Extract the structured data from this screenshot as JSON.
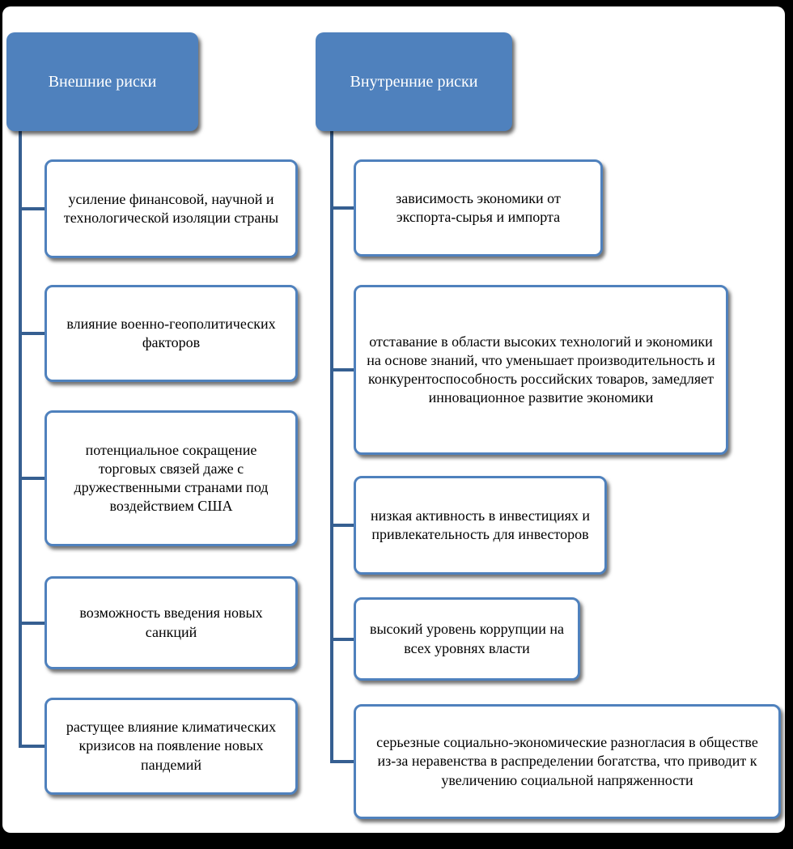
{
  "columns": [
    {
      "header": "Внешние риски",
      "items": [
        {
          "text": "усиление финансовой, научной и технологической изоляции страны"
        },
        {
          "text": "влияние военно-геополитических факторов"
        },
        {
          "text": "потенциальное сокращение торговых связей даже с дружественными странами под воздействием США"
        },
        {
          "text": "возможность введения новых санкций"
        },
        {
          "text": "растущее влияние климатических кризисов на появление новых пандемий"
        }
      ]
    },
    {
      "header": "Внутренние риски",
      "items": [
        {
          "text": "зависимость экономики от экспорта-сырья и импорта"
        },
        {
          "text": "отставание в области высоких технологий и экономики на основе знаний, что уменьшает производительность и конкурентоспособность российских товаров, замедляет инновационное развитие экономики"
        },
        {
          "text": "низкая активность в инвестициях и привлекательность для инвесторов"
        },
        {
          "text": "высокий уровень коррупции на всех уровнях власти"
        },
        {
          "text": "серьезные социально-экономические разногласия в обществе из-за неравенства в распределении богатства, что приводит к увеличению социальной напряженности"
        }
      ]
    }
  ],
  "colors": {
    "header_fill": "#4f81bd",
    "box_border": "#4f81bd",
    "connector": "#365f91",
    "frame": "#000000",
    "background": "#ffffff"
  }
}
